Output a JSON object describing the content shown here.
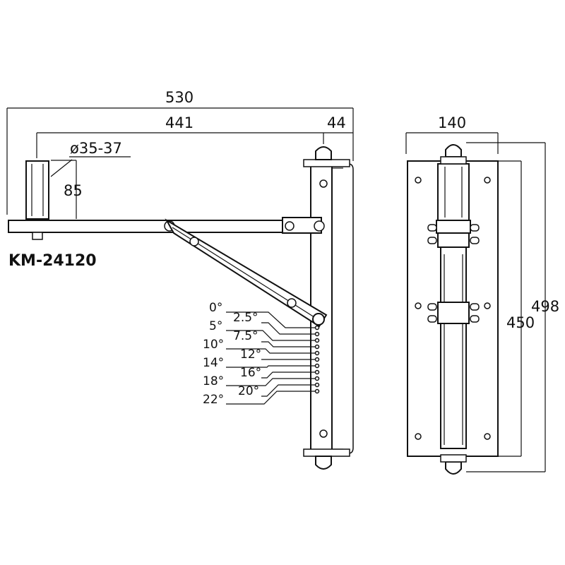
{
  "model": "KM-24120",
  "side_view": {
    "dimensions": {
      "overall_width": "530",
      "arm_length": "441",
      "bracket_width": "44",
      "tube_diameter": "ø35-37",
      "tube_height": "85"
    },
    "tilt_angles": {
      "left_column": [
        "0°",
        "5°",
        "10°",
        "14°",
        "18°",
        "22°"
      ],
      "right_column": [
        "2.5°",
        "7.5°",
        "12°",
        "16°",
        "20°"
      ]
    }
  },
  "front_view": {
    "dimensions": {
      "plate_width": "140",
      "overall_height": "498",
      "plate_height": "450"
    }
  },
  "colors": {
    "line": "#111111",
    "background": "#ffffff"
  }
}
